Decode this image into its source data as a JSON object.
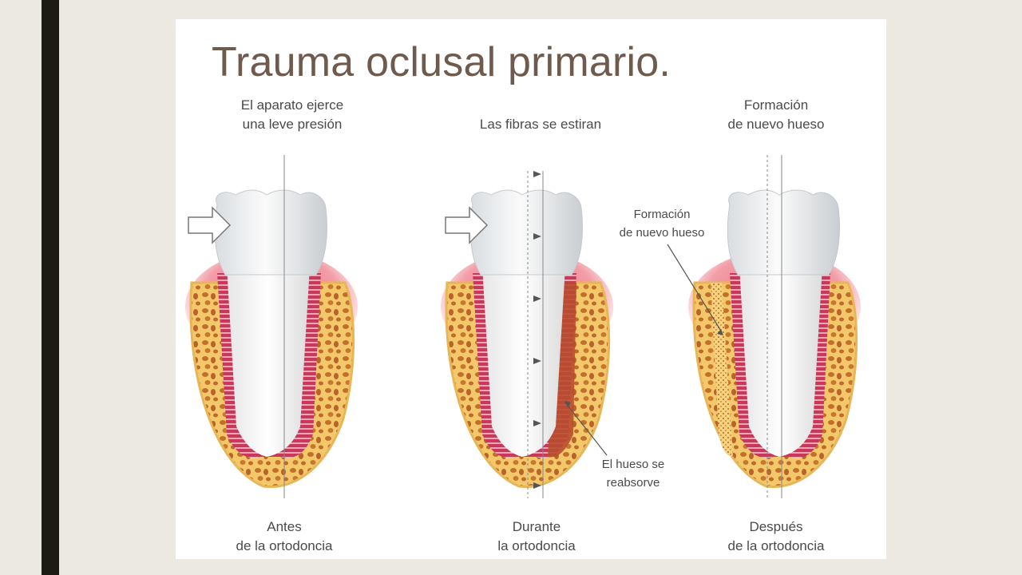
{
  "slide": {
    "title": "Trauma oclusal primario."
  },
  "panels": [
    {
      "top_caption": [
        "El aparato ejerce",
        "una leve presión"
      ],
      "bottom_caption": [
        "Antes",
        "de la ortodoncia"
      ]
    },
    {
      "top_caption": [
        "Las fibras se estiran"
      ],
      "bottom_caption": [
        "Durante",
        "la ortodoncia"
      ],
      "annotation": [
        "El hueso se",
        "reabsorve"
      ]
    },
    {
      "top_caption": [
        "Formación",
        "de nuevo hueso"
      ],
      "bottom_caption": [
        "Después",
        "de la ortodoncia"
      ],
      "annotation": [
        "Formación",
        "de nuevo hueso"
      ]
    }
  ],
  "colors": {
    "title": "#6e5b4e",
    "gum": "#f1a6aa",
    "bone": "#f2c766",
    "bone_pores": "#c0712f",
    "ligament": "#c94262",
    "tooth": "#f4f4f4"
  }
}
